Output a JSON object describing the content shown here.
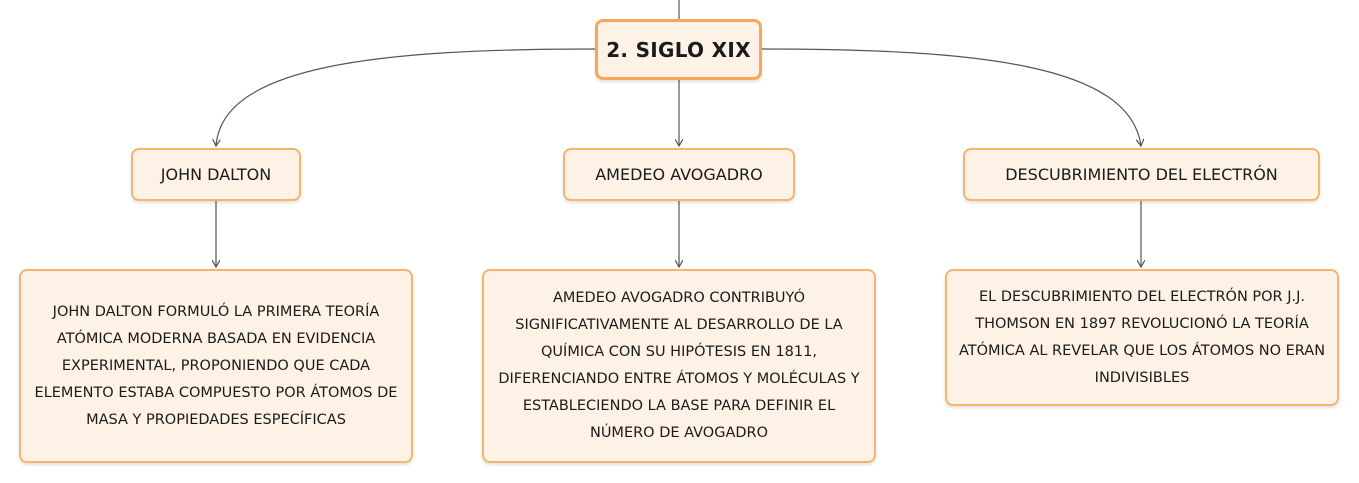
{
  "mindmap": {
    "root": {
      "label": "2. SIGLO XIX"
    },
    "branches": [
      {
        "title": "JOHN DALTON",
        "detail": "JOHN DALTON FORMULÓ LA PRIMERA TEORÍA ATÓMICA MODERNA BASADA EN EVIDENCIA EXPERIMENTAL, PROPONIENDO QUE CADA ELEMENTO ESTABA COMPUESTO POR ÁTOMOS DE MASA Y PROPIEDADES ESPECÍFICAS"
      },
      {
        "title": "AMEDEO AVOGADRO",
        "detail": "AMEDEO AVOGADRO CONTRIBUYÓ SIGNIFICATIVAMENTE AL DESARROLLO DE LA QUÍMICA CON SU HIPÓTESIS EN 1811, DIFERENCIANDO ENTRE ÁTOMOS Y MOLÉCULAS Y ESTABLECIENDO LA BASE PARA DEFINIR EL NÚMERO DE AVOGADRO"
      },
      {
        "title": "DESCUBRIMIENTO DEL ELECTRÓN",
        "detail": "EL DESCUBRIMIENTO DEL ELECTRÓN POR J.J. THOMSON EN 1897 REVOLUCIONÓ LA TEORÍA ATÓMICA AL REVELAR QUE LOS ÁTOMOS NO ERAN INDIVISIBLES"
      }
    ],
    "colors": {
      "node_fill": "#fdf2e5",
      "node_border": "#f4b56d",
      "connector": "#555555"
    }
  }
}
